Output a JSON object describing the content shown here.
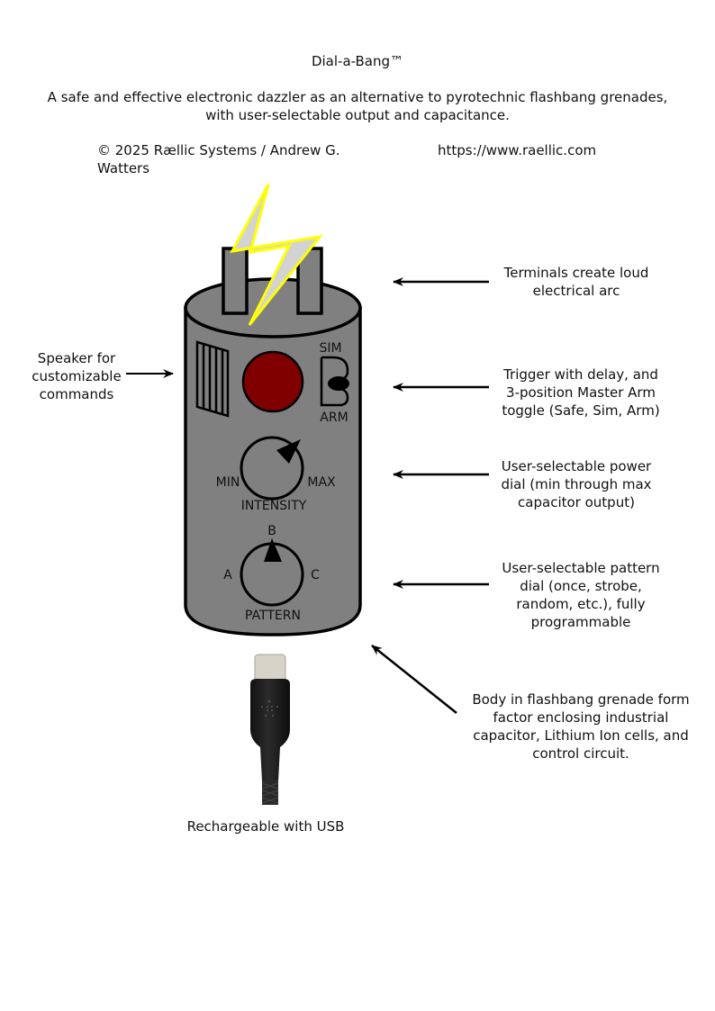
{
  "header": {
    "title": "Dial-a-Bang™",
    "subtitle": "A safe and effective electronic dazzler as an alternative to pyrotechnic flashbang grenades,\nwith user-selectable output and capacitance.",
    "copyright": "© 2025 Rællic Systems / Andrew G. Watters",
    "url": "https://www.raellic.com"
  },
  "device": {
    "toggle_labels": {
      "top": "SIM",
      "bottom": "ARM"
    },
    "intensity_dial": {
      "label": "INTENSITY",
      "min_label": "MIN",
      "max_label": "MAX"
    },
    "pattern_dial": {
      "label": "PATTERN",
      "options": [
        "A",
        "B",
        "C"
      ],
      "selected": "B"
    },
    "colors": {
      "body": "#808080",
      "trigger": "#800000",
      "bolt_fill": "#d3d3d3",
      "bolt_outline": "#ffff00",
      "outline": "#000000"
    }
  },
  "callouts": {
    "terminals": "Terminals create loud\nelectrical arc",
    "speaker": "Speaker for\ncustomizable\ncommands",
    "trigger": "Trigger with delay, and\n3-position Master Arm\ntoggle (Safe, Sim, Arm)",
    "power_dial": "User-selectable power\ndial (min through max\ncapacitor output)",
    "pattern_dial": "User-selectable pattern\ndial (once, strobe,\nrandom, etc.), fully\nprogrammable",
    "body": "Body in flashbang grenade form\nfactor enclosing industrial\ncapacitor, Lithium Ion cells, and\ncontrol circuit.",
    "usb": "Rechargeable with USB"
  }
}
